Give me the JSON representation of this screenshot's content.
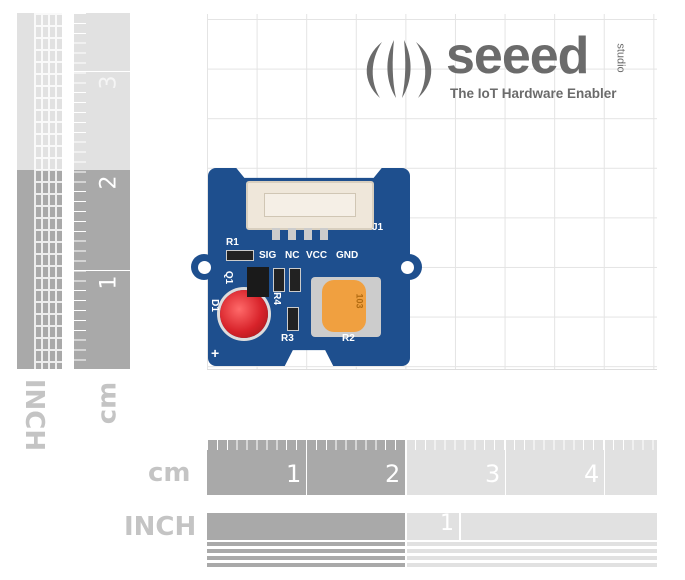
{
  "logo": {
    "brand": "seeed",
    "sub": "studio",
    "tagline": "The IoT Hardware Enabler"
  },
  "rulers": {
    "vertical_inch_label": "INCH",
    "vertical_cm_label": "cm",
    "vertical_cm_numbers": [
      "1",
      "2",
      "3"
    ],
    "horizontal_cm_label": "cm",
    "horizontal_inch_label": "INCH",
    "horizontal_cm_numbers": [
      "1",
      "2",
      "3",
      "4"
    ],
    "horizontal_inch_numbers": [
      "1"
    ]
  },
  "pcb": {
    "labels": {
      "r1": "R1",
      "sig": "SIG",
      "nc": "NC",
      "vcc": "VCC",
      "gnd": "GND",
      "j1": "J1",
      "q1": "Q1",
      "d1": "D1",
      "r4": "R4",
      "r3": "R3",
      "r2": "R2",
      "plus": "+",
      "pot": "103"
    }
  },
  "colors": {
    "pcb": "#1e4f8e",
    "ruler_dark": "#a9a9a9",
    "ruler_light": "#e1e1e1",
    "led": "#d8232a",
    "pot": "#f0a040"
  }
}
